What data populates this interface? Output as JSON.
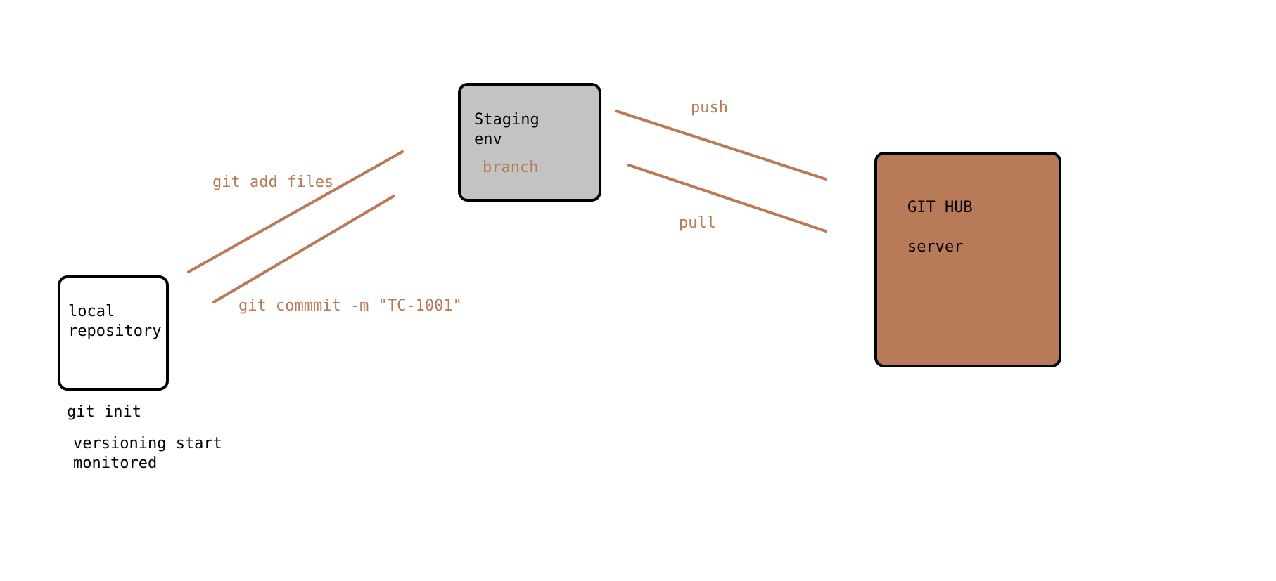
{
  "colors": {
    "accent": "#b97a57",
    "staging_fill": "#c3c3c3",
    "server_fill": "#b97a57",
    "border": "#000000"
  },
  "local": {
    "label": "local\nrepository",
    "caption_init": "git init",
    "caption_note": "versioning start\nmonitored"
  },
  "staging": {
    "label": "Staging\nenv",
    "sublabel": "branch"
  },
  "server": {
    "title": "GIT HUB",
    "subtitle": "server"
  },
  "arrows": {
    "add_label": "git add files",
    "commit_label": "git commmit -m \"TC-1001\"",
    "push_label": "push",
    "pull_label": "pull"
  }
}
